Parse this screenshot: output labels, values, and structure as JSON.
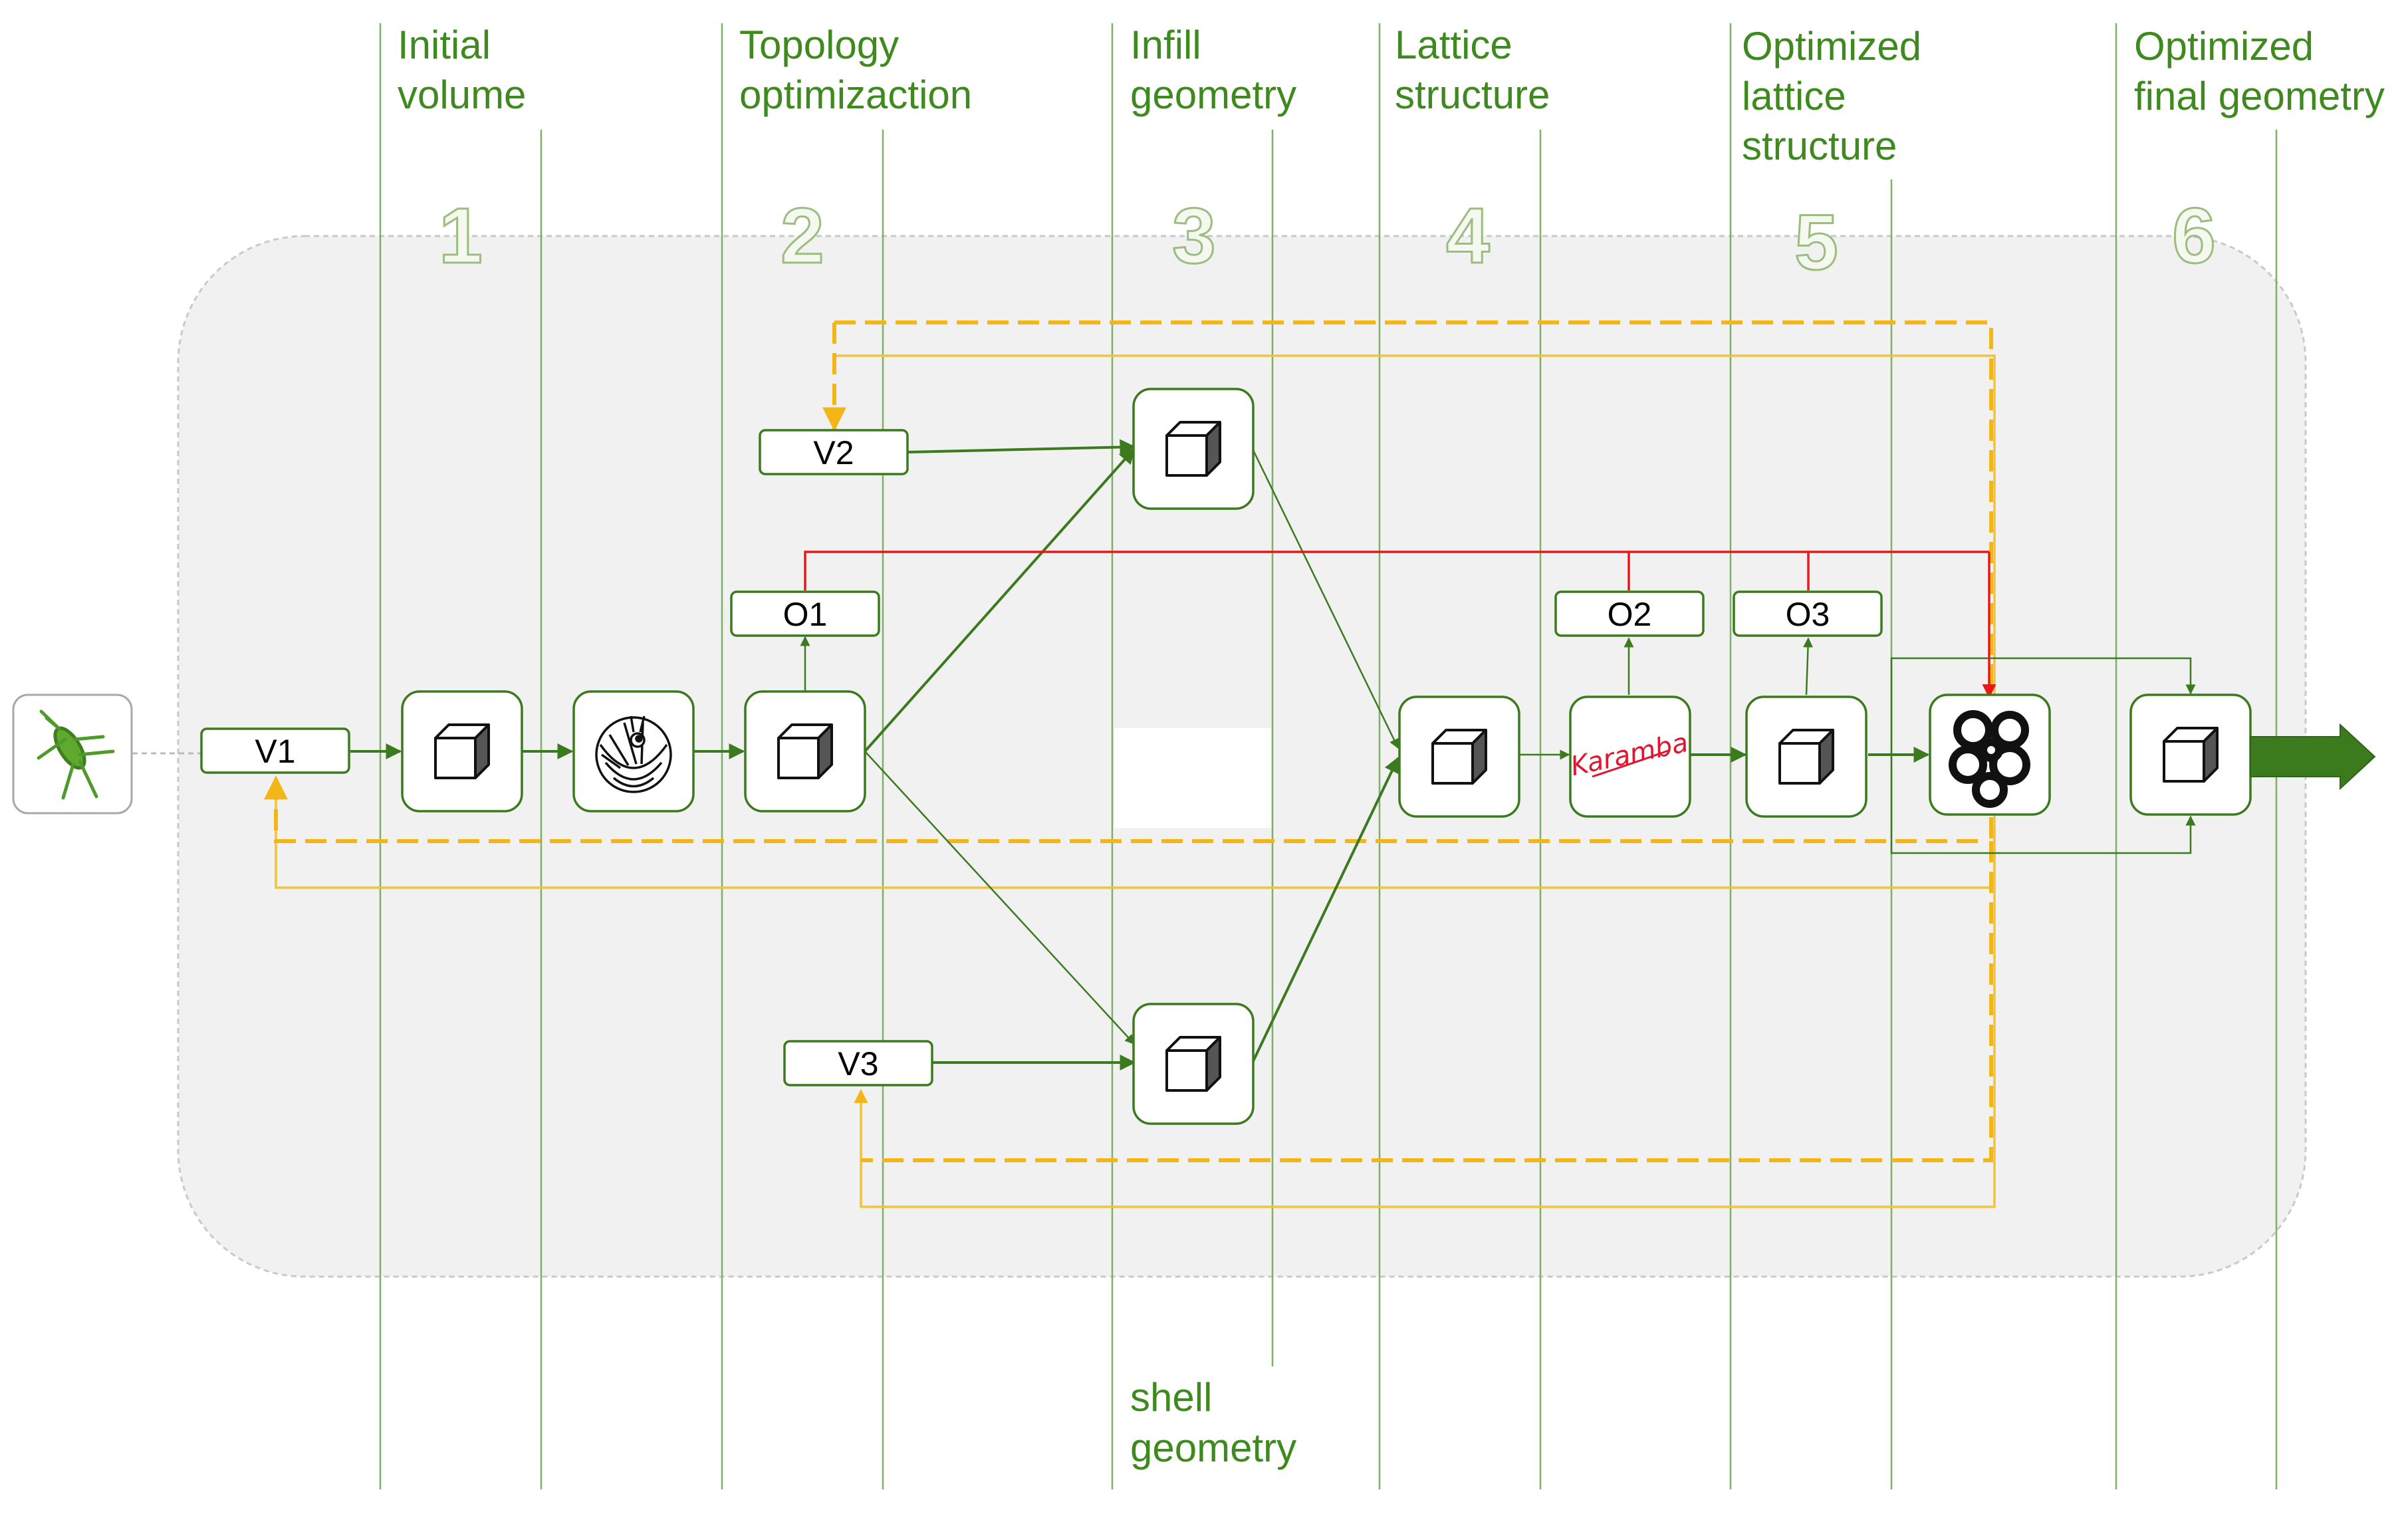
{
  "stages": [
    {
      "number": "1",
      "title_lines": [
        "Initial",
        "volume"
      ]
    },
    {
      "number": "2",
      "title_lines": [
        "Topology",
        "optimizaction"
      ]
    },
    {
      "number": "3",
      "title_lines": [
        "Infill",
        "geometry"
      ]
    },
    {
      "number": "4",
      "title_lines": [
        "Lattice",
        "structure"
      ]
    },
    {
      "number": "5",
      "title_lines": [
        "Optimized",
        "lattice",
        "structure"
      ]
    },
    {
      "number": "6",
      "title_lines": [
        "Optimized",
        "final geometry"
      ]
    }
  ],
  "bottom_label_lines": [
    "shell",
    "geometry"
  ],
  "variable_labels": {
    "v1": "V1",
    "v2": "V2",
    "v3": "V3",
    "o1": "O1",
    "o2": "O2",
    "o3": "O3"
  },
  "tool_logos": {
    "karamba": "Karamba"
  },
  "icons": {
    "grasshopper": "grasshopper-icon",
    "geometry": "cube-icon",
    "topology_tool": "millipede-icon",
    "analysis_tool": "karamba-logo",
    "optimizer": "galapagos-cells-icon",
    "output": "arrow-right-icon"
  },
  "colors": {
    "stage_text": "#3f8a1f",
    "flow_line": "#3c7a1e",
    "feedback_solid": "#f2c23a",
    "feedback_dashed": "#f2b616",
    "objective_line": "#e81818",
    "panel": "#f1f1f1"
  }
}
